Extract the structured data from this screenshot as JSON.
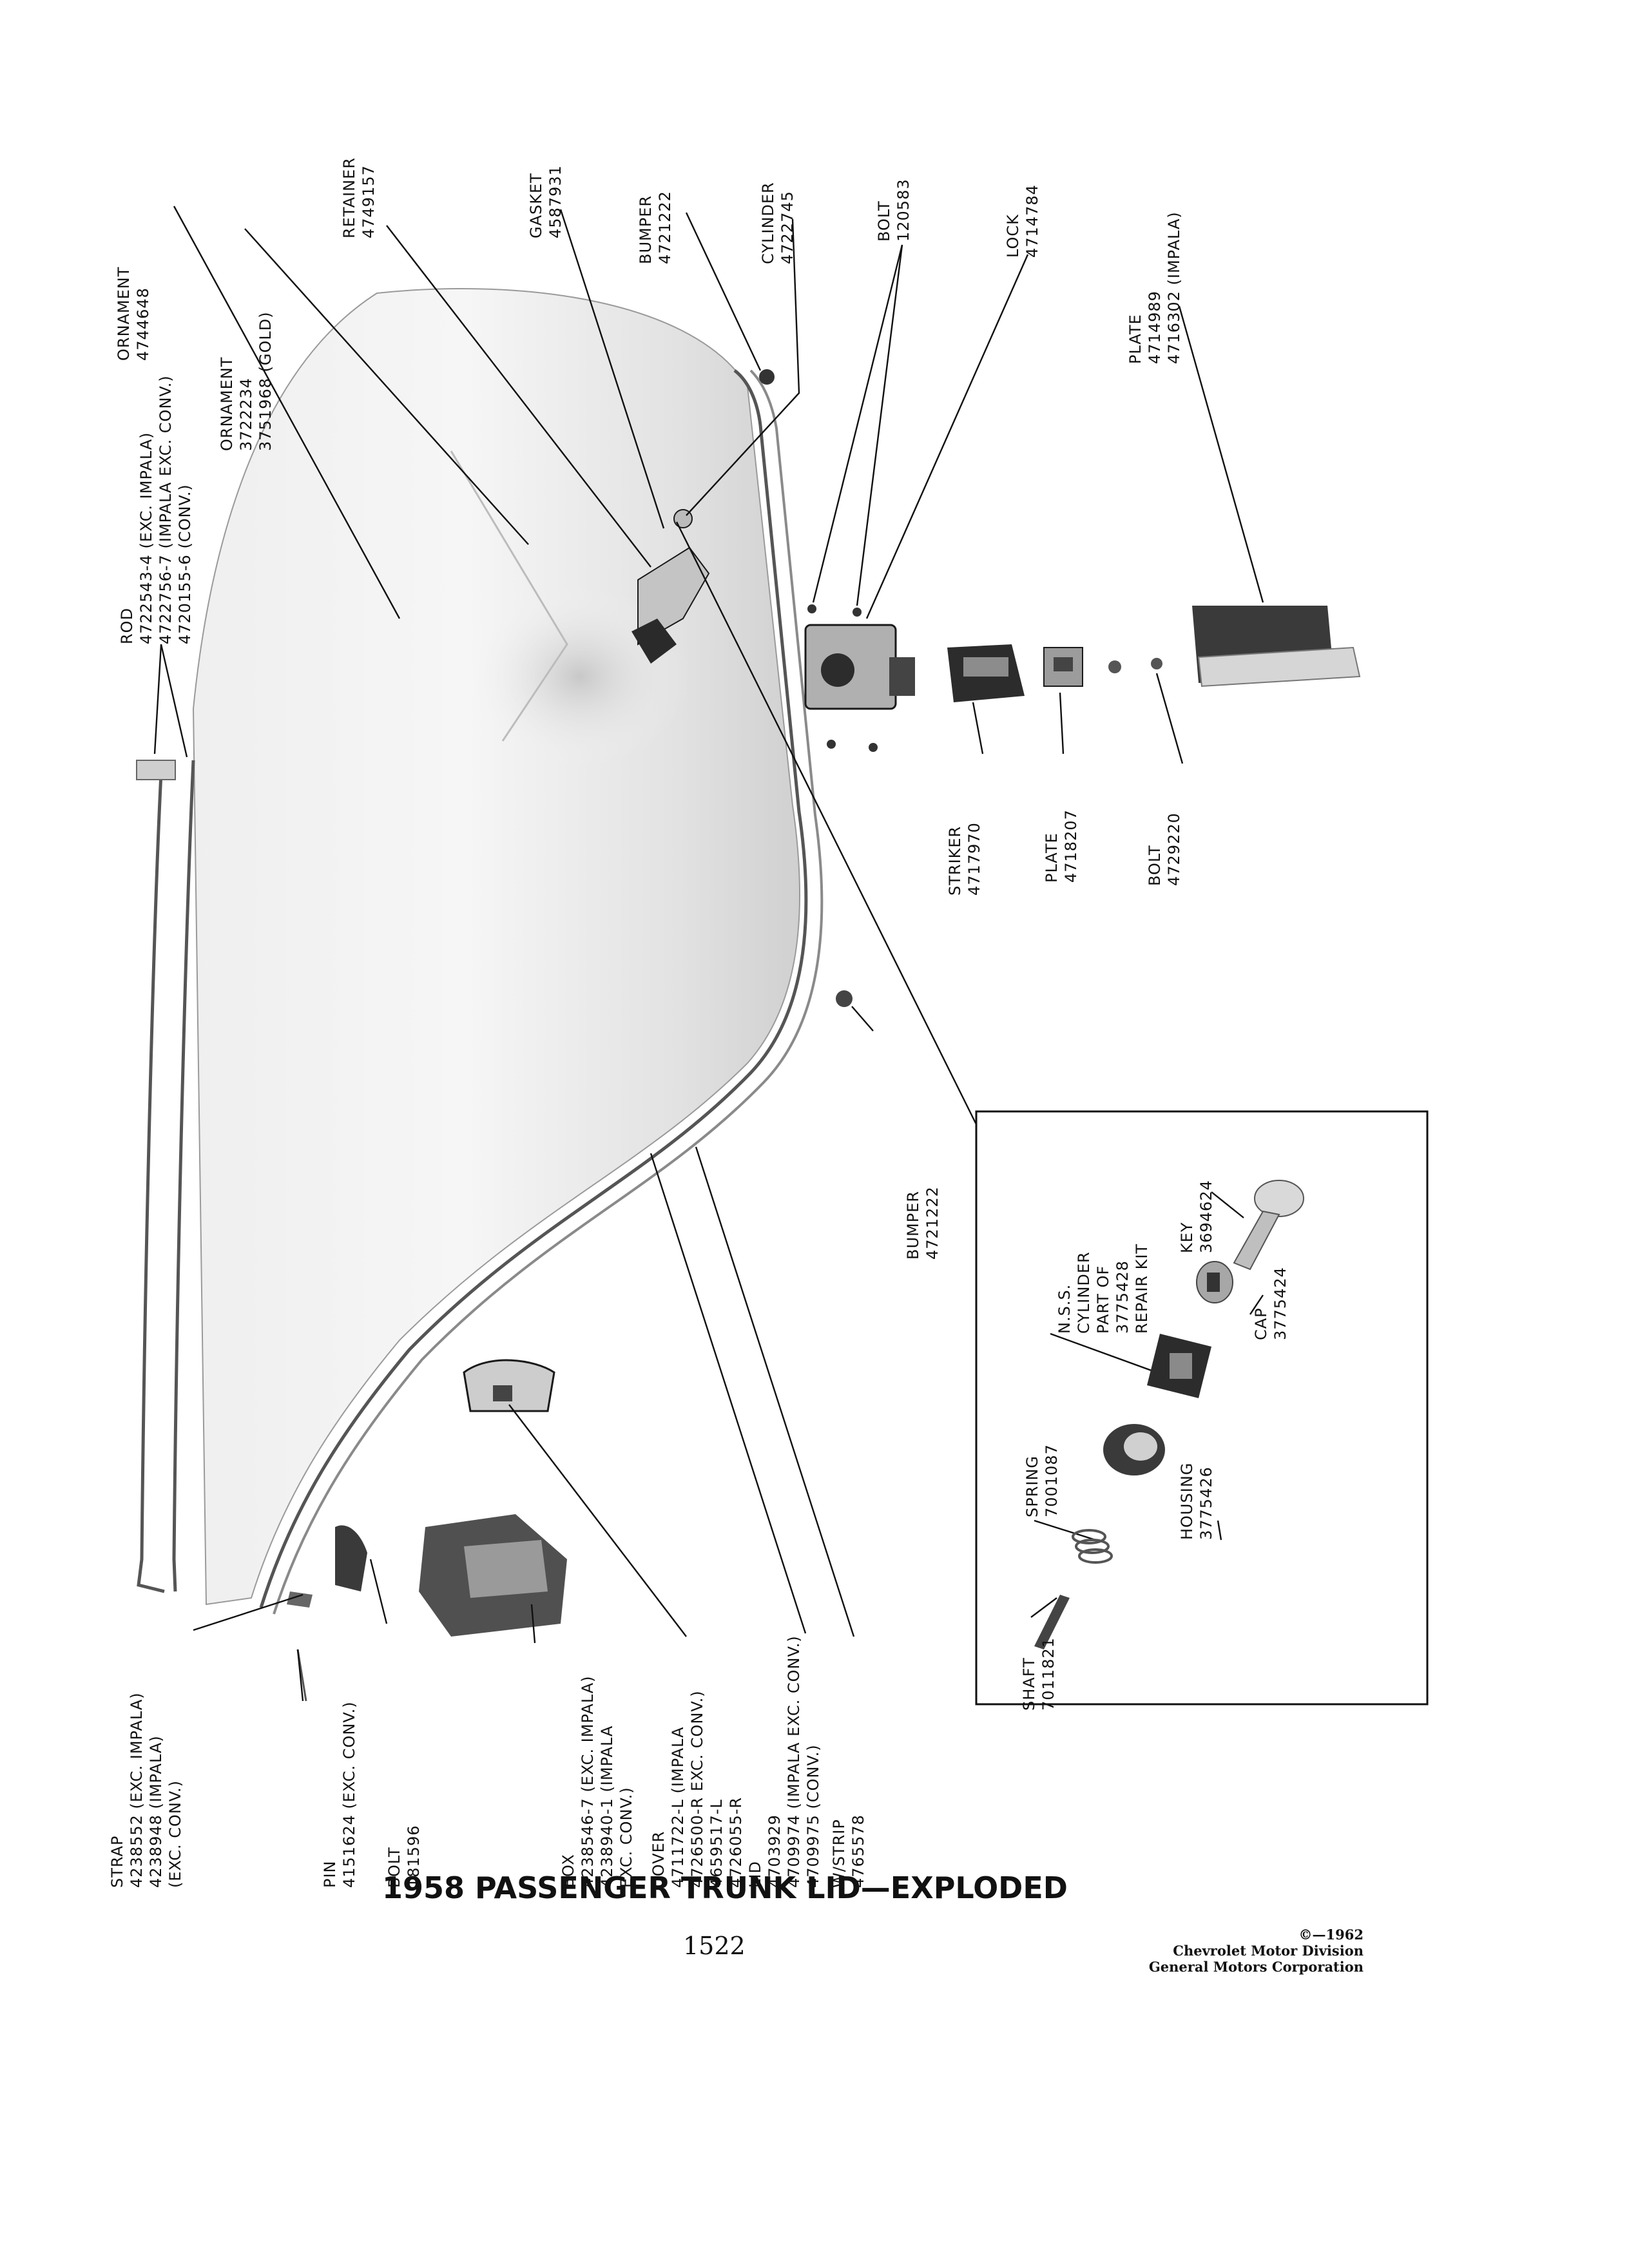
{
  "title": "1958 PASSENGER TRUNK LID—EXPLODED",
  "page_number": "1522",
  "credits": {
    "copyright": "©—1962",
    "division": "Chevrolet Motor Division",
    "corporation": "General Motors Corporation"
  },
  "inset_title": "",
  "labels": {
    "ornament_top": [
      "ORNAMENT",
      "4744648"
    ],
    "ornament_gold": [
      "ORNAMENT",
      "3722234",
      "3751968 (GOLD)"
    ],
    "retainer": [
      "RETAINER",
      "4749157"
    ],
    "gasket": [
      "GASKET",
      "4587931"
    ],
    "bumper_top": [
      "BUMPER",
      "4721222"
    ],
    "cylinder": [
      "CYLINDER",
      "4722745"
    ],
    "bolt_top": [
      "BOLT",
      "120583"
    ],
    "lock": [
      "LOCK",
      "4714784"
    ],
    "plate_impala": [
      "PLATE",
      "4714989",
      "4716302 (IMPALA)"
    ],
    "rod": [
      "ROD",
      "4722543-4 (EXC. IMPALA)",
      "4722756-7 (IMPALA EXC. CONV.)",
      "4720155-6 (CONV.)"
    ],
    "striker": [
      "STRIKER",
      "4717970"
    ],
    "plate_mid": [
      "PLATE",
      "4718207"
    ],
    "bolt_mid": [
      "BOLT",
      "4729220"
    ],
    "bumper_low": [
      "BUMPER",
      "4721222"
    ],
    "strap": [
      "STRAP",
      "4238552 (EXC. IMPALA)",
      "4238948 (IMPALA)",
      "(EXC. CONV.)"
    ],
    "pin": [
      "PIN",
      "4151624 (EXC. CONV.)"
    ],
    "bolt_low": [
      "BOLT",
      "181596"
    ],
    "box": [
      "BOX",
      "4238546-7 (EXC. IMPALA)",
      "4238940-1 (IMPALA",
      "EXC. CONV.)"
    ],
    "cover_lid": [
      "COVER",
      "4711722-L (IMPALA",
      "4726500-R EXC. CONV.)",
      "4659517-L",
      "4726055-R",
      "LID",
      "4703929",
      "4709974 (IMPALA EXC. CONV.)",
      "4709975 (CONV.)"
    ],
    "wstrip": [
      "W/STRIP",
      "4765578"
    ],
    "key": [
      "KEY",
      "3694624"
    ],
    "cap": [
      "CAP",
      "3775424"
    ],
    "nss_cylinder": [
      "N.S.S.",
      "CYLINDER",
      "PART OF",
      "3775428",
      "REPAIR KIT"
    ],
    "housing": [
      "HOUSING",
      "3775426"
    ],
    "spring": [
      "SPRING",
      "7001087"
    ],
    "shaft": [
      "SHAFT",
      "7011821"
    ]
  }
}
